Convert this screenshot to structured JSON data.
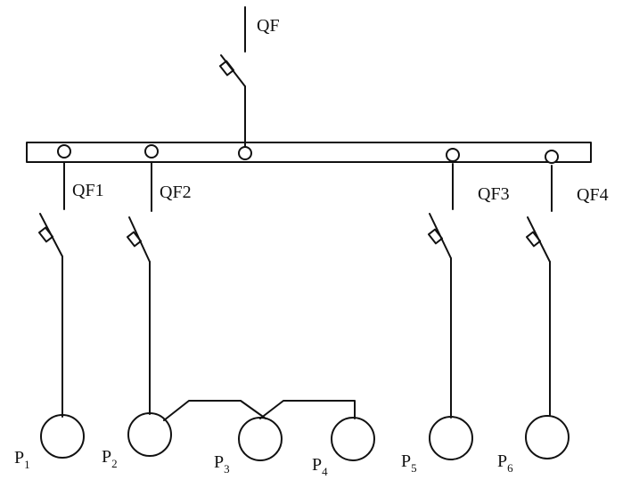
{
  "breakers": {
    "main": "QF",
    "feeder_1": "QF1",
    "feeder_2": "QF2",
    "feeder_3": "QF3",
    "feeder_4": "QF4"
  },
  "loads": [
    {
      "letter": "P",
      "index": "1"
    },
    {
      "letter": "P",
      "index": "2"
    },
    {
      "letter": "P",
      "index": "3"
    },
    {
      "letter": "P",
      "index": "4"
    },
    {
      "letter": "P",
      "index": "5"
    },
    {
      "letter": "P",
      "index": "6"
    }
  ],
  "colors": {
    "stroke": "#111111",
    "background": "#ffffff"
  }
}
